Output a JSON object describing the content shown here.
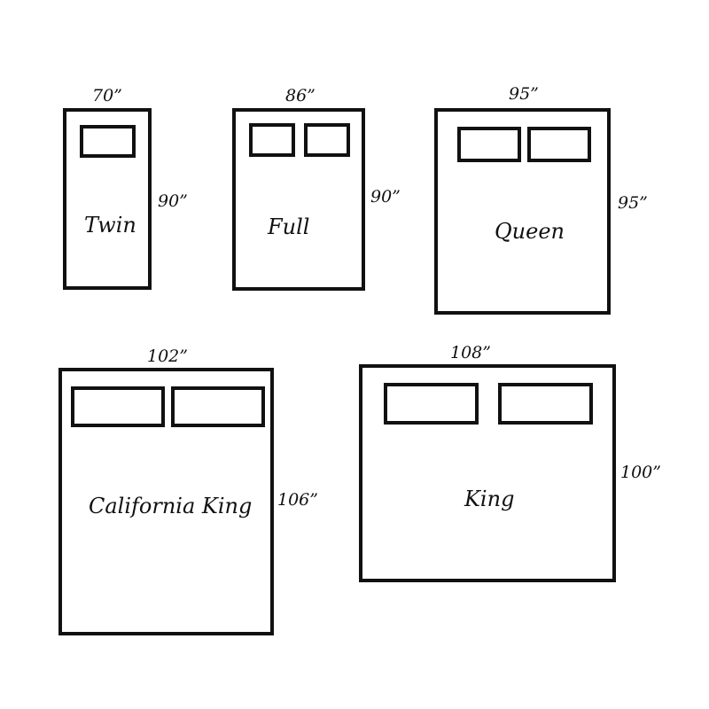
{
  "colors": {
    "outline": "#111111",
    "background": "#ffffff"
  },
  "beds": [
    {
      "name": "Twin",
      "width": "70”",
      "length": "90”",
      "pillows": 1
    },
    {
      "name": "Full",
      "width": "86”",
      "length": "90”",
      "pillows": 2
    },
    {
      "name": "Queen",
      "width": "95”",
      "length": "95”",
      "pillows": 2
    },
    {
      "name": "California King",
      "width": "102”",
      "length": "106”",
      "pillows": 2
    },
    {
      "name": "King",
      "width": "108”",
      "length": "100”",
      "pillows": 2
    }
  ]
}
